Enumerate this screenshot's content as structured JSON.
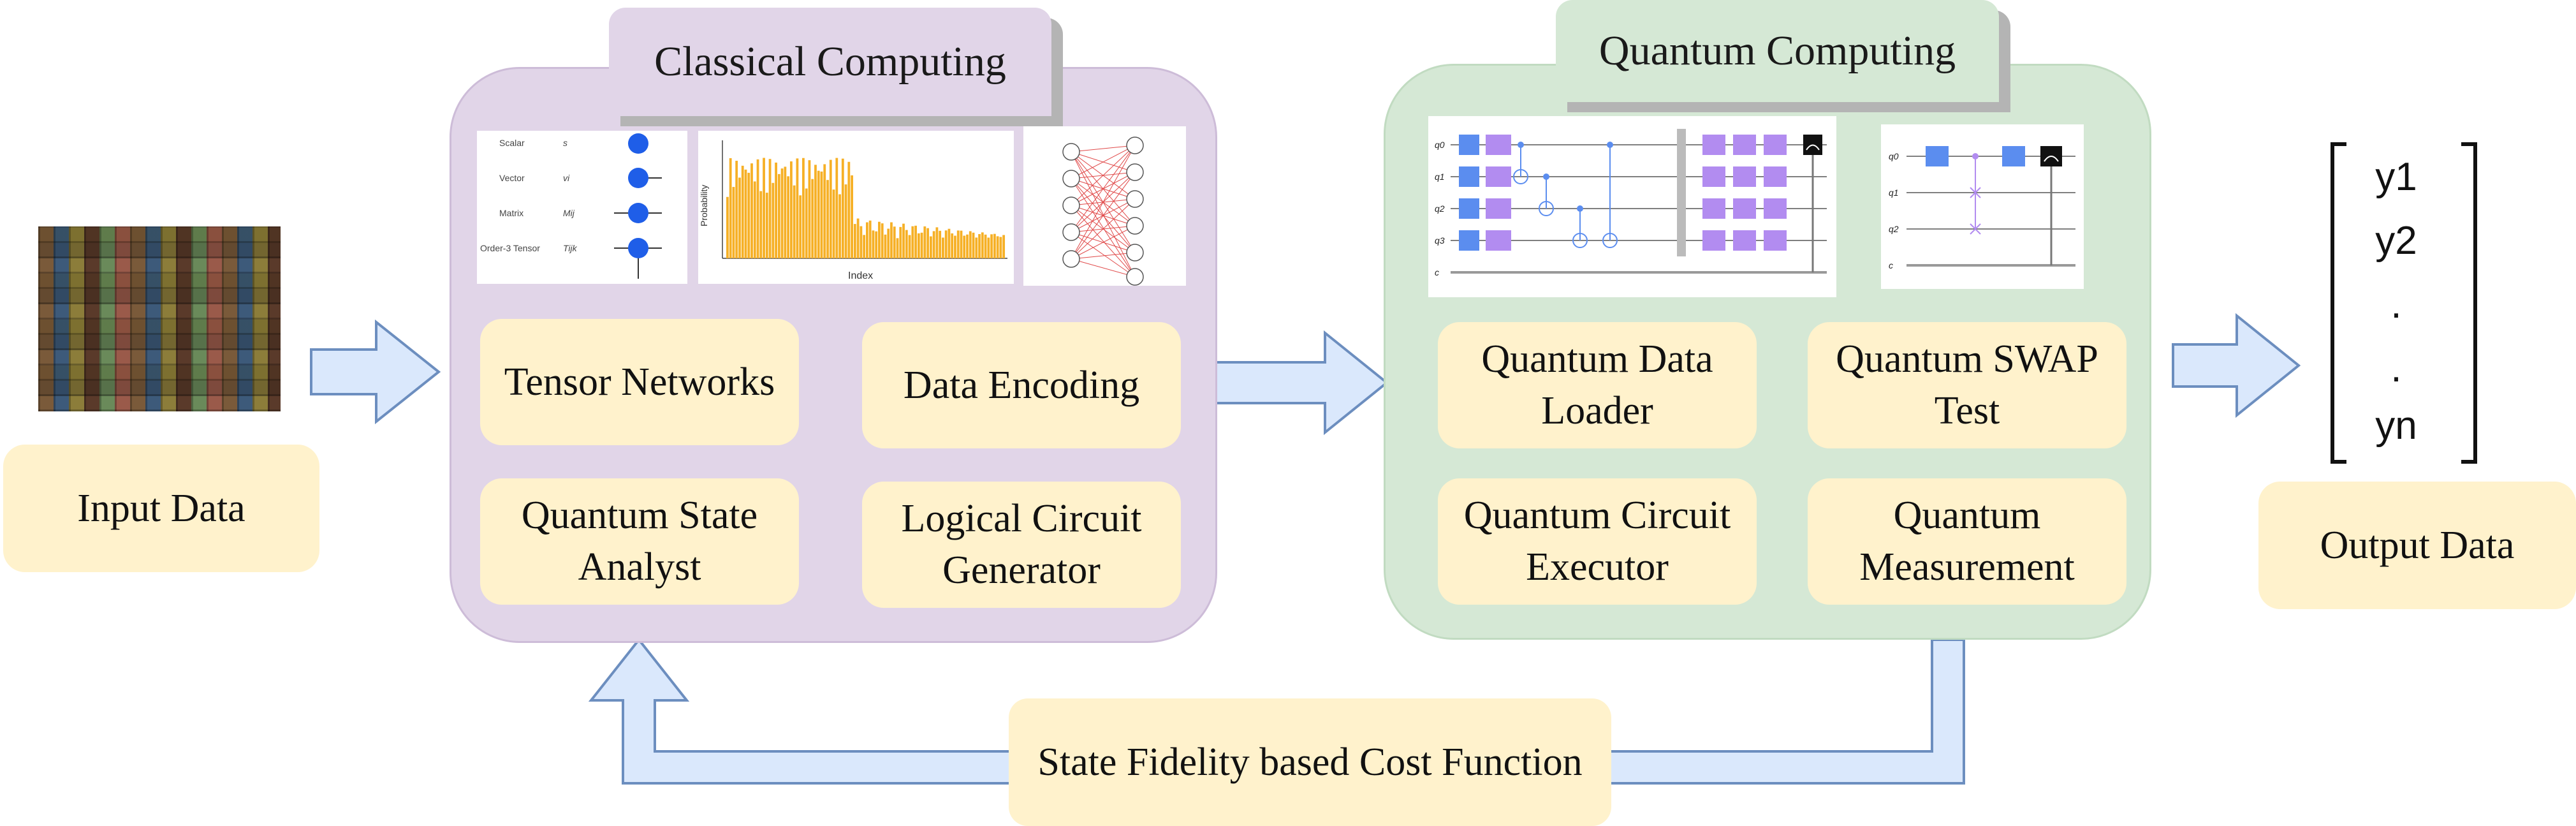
{
  "colors": {
    "classical_panel": "#e1d5e8",
    "quantum_panel": "#d5e8d5",
    "component_box": "#fff2cc",
    "arrow_fill": "#dae8fc",
    "arrow_stroke": "#6c8ebf",
    "histogram_bar": "#f6b026",
    "gate_h": "#5b8def",
    "gate_r": "#b28cf0"
  },
  "input": {
    "label": "Input Data"
  },
  "output": {
    "label": "Output Data",
    "vector": [
      "y1",
      "y2",
      ".",
      ".",
      "yn"
    ]
  },
  "classical": {
    "title": "Classical Computing",
    "tensor_legend": [
      {
        "name": "Scalar",
        "symbol": "s"
      },
      {
        "name": "Vector",
        "symbol": "vi"
      },
      {
        "name": "Matrix",
        "symbol": "Mij"
      },
      {
        "name": "Order-3 Tensor",
        "symbol": "Tijk"
      }
    ],
    "histogram": {
      "ylabel": "Probability",
      "xlabel": "Index"
    },
    "components": {
      "tensor_networks": "Tensor Networks",
      "data_encoding": "Data Encoding",
      "state_analyst": "Quantum State Analyst",
      "circuit_generator": "Logical Circuit Generator"
    }
  },
  "quantum": {
    "title": "Quantum Computing",
    "circuit_qubits": [
      "q0",
      "q1",
      "q2",
      "q3",
      "c"
    ],
    "swap_qubits": [
      "q0",
      "q1",
      "q2",
      "c"
    ],
    "components": {
      "data_loader": "Quantum Data Loader",
      "swap_test": "Quantum SWAP Test",
      "circuit_executor": "Quantum Circuit Executor",
      "measurement": "Quantum Measurement"
    }
  },
  "feedback": {
    "label": "State Fidelity based Cost Function"
  }
}
